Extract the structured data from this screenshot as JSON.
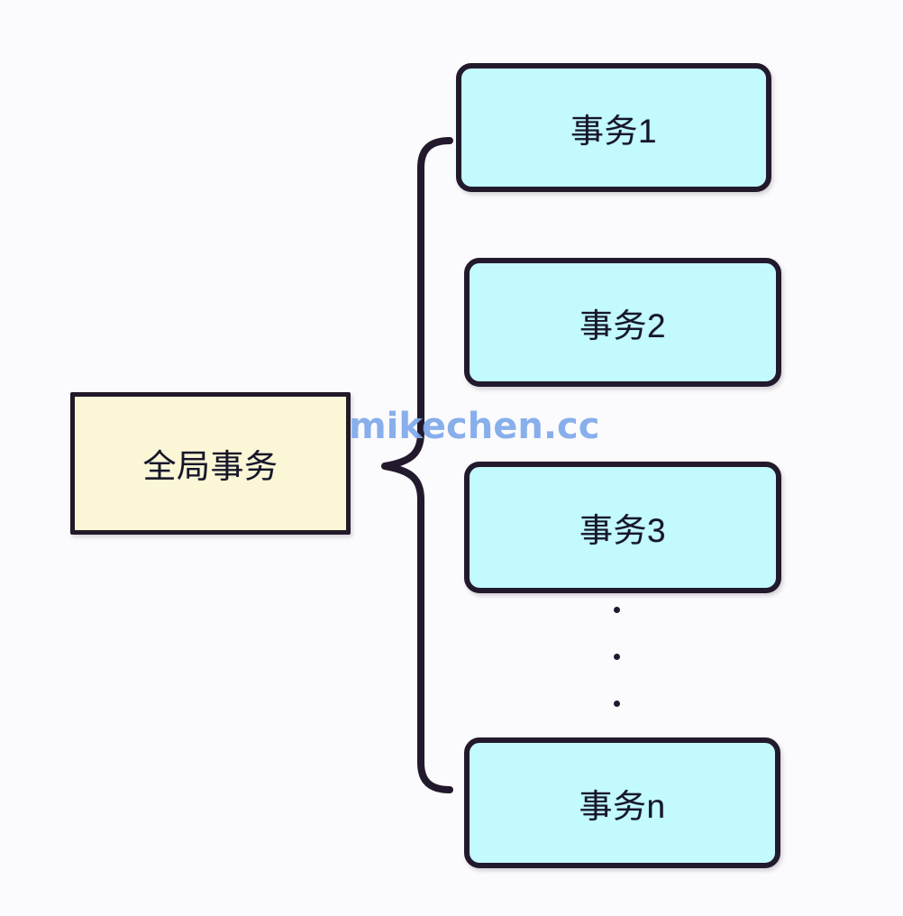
{
  "diagram": {
    "type": "bracket-fan-out",
    "background_color": "#fbfafc",
    "global_node": {
      "label": "全局事务",
      "fill_color": "#fbf7d6",
      "border_color": "#221a28",
      "shape": "rectangle"
    },
    "connector": {
      "name": "curly-brace",
      "orientation": "opens-left",
      "color": "#221a2c"
    },
    "branch_nodes": [
      {
        "label": "事务1",
        "fill_color": "#c2fafe",
        "border_color": "#221a2c",
        "shape": "rounded-rectangle"
      },
      {
        "label": "事务2",
        "fill_color": "#c2fafe",
        "border_color": "#221a2c",
        "shape": "rounded-rectangle"
      },
      {
        "label": "事务3",
        "fill_color": "#c2fafe",
        "border_color": "#221a2c",
        "shape": "rounded-rectangle"
      },
      {
        "label": "事务n",
        "fill_color": "#c2fafe",
        "border_color": "#221a2c",
        "shape": "rounded-rectangle"
      }
    ],
    "continuation_marker": {
      "name": "vertical-ellipsis",
      "glyph": "·",
      "dot_count": 3,
      "color": "#1d1b30"
    },
    "watermark": {
      "text": "mikechen.cc",
      "color": "#7fa9ea"
    }
  }
}
